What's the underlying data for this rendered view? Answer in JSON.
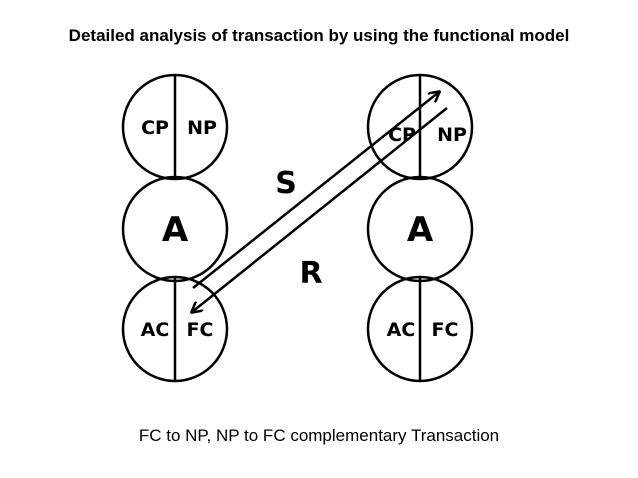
{
  "title": "Detailed analysis of transaction by using the functional model",
  "caption": "FC to NP, NP to FC complementary Transaction",
  "left_model": {
    "top_left": "CP",
    "top_right": "NP",
    "middle": "A",
    "bottom_left": "AC",
    "bottom_right": "FC"
  },
  "right_model": {
    "top_left": "CP",
    "top_right": "NP",
    "middle": "A",
    "bottom_left": "AC",
    "bottom_right": "FC"
  },
  "arrows": {
    "stimulus_label": "S",
    "response_label": "R"
  },
  "colors": {
    "ink": "#000000",
    "background": "#ffffff"
  }
}
